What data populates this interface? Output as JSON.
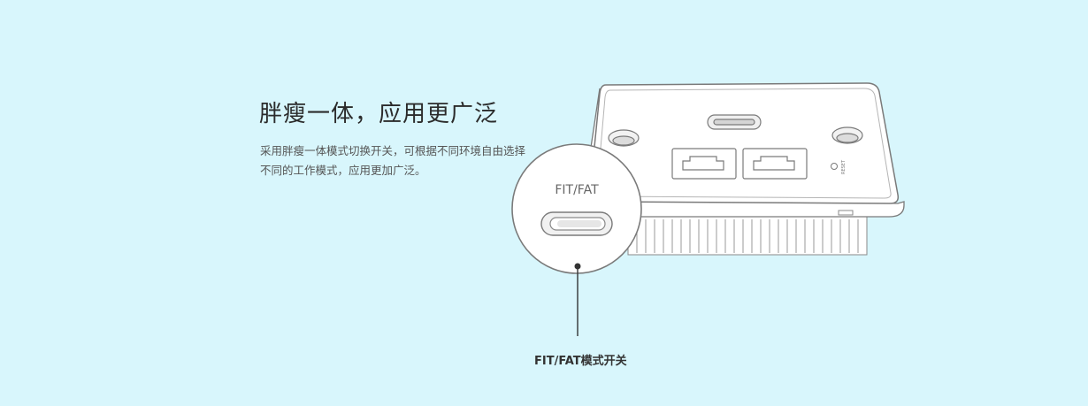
{
  "headline": "胖瘦一体，应用更广泛",
  "description": "采用胖瘦一体模式切换开关，可根据不同环境自由选择不同的工作模式，应用更加广泛。",
  "zoom_label": "FIT/FAT",
  "callout_label": "FIT/FAT模式开关",
  "reset_label": "RESET",
  "colors": {
    "background": "#d8f6fc",
    "outline": "#7a7a7a"
  }
}
